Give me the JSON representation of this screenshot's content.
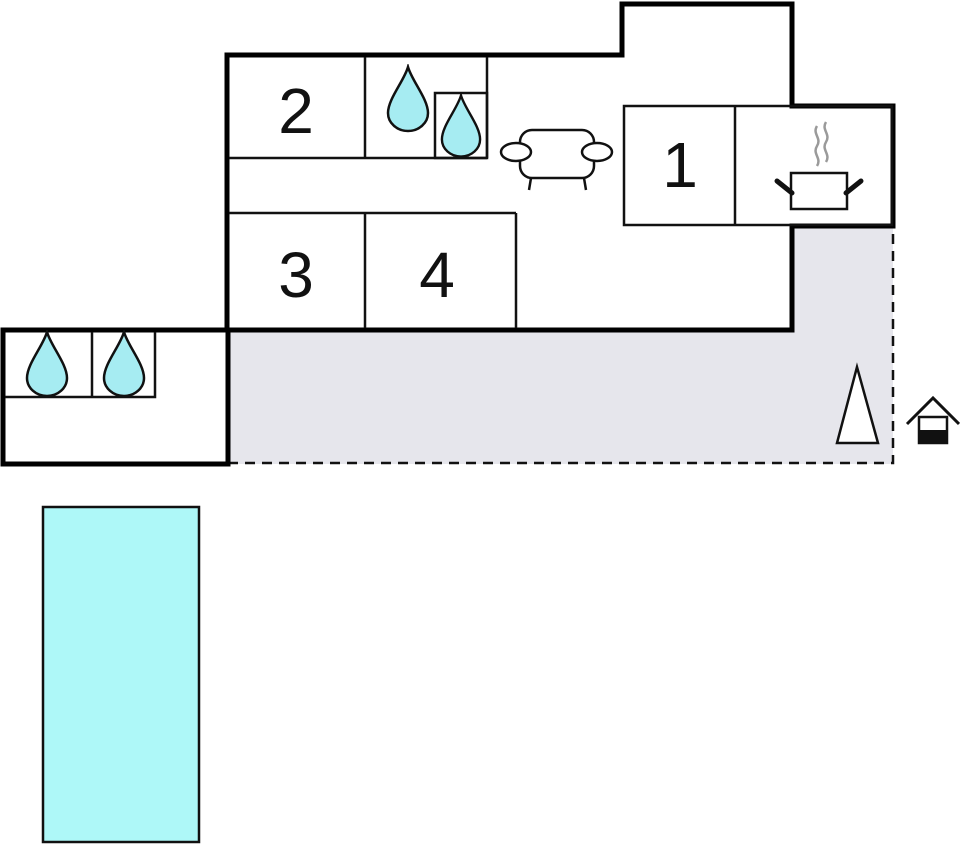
{
  "rooms": [
    {
      "id": "bedroom-1",
      "label": "1"
    },
    {
      "id": "bedroom-2",
      "label": "2"
    },
    {
      "id": "bedroom-3",
      "label": "3"
    },
    {
      "id": "bedroom-4",
      "label": "4"
    }
  ],
  "icons": {
    "bathroom": "water-drop-icon",
    "living": "sofa-icon",
    "kitchen": "cooking-pot-icon",
    "terrace": "parasol-icon",
    "outbuilding": "house-icon",
    "pool": "swimming-pool"
  },
  "colors": {
    "wall": "#000000",
    "terrace": "#e6e6ec",
    "water": "#aef8f8",
    "drop": "#a6ecf2",
    "steam": "#9a9a9a"
  }
}
